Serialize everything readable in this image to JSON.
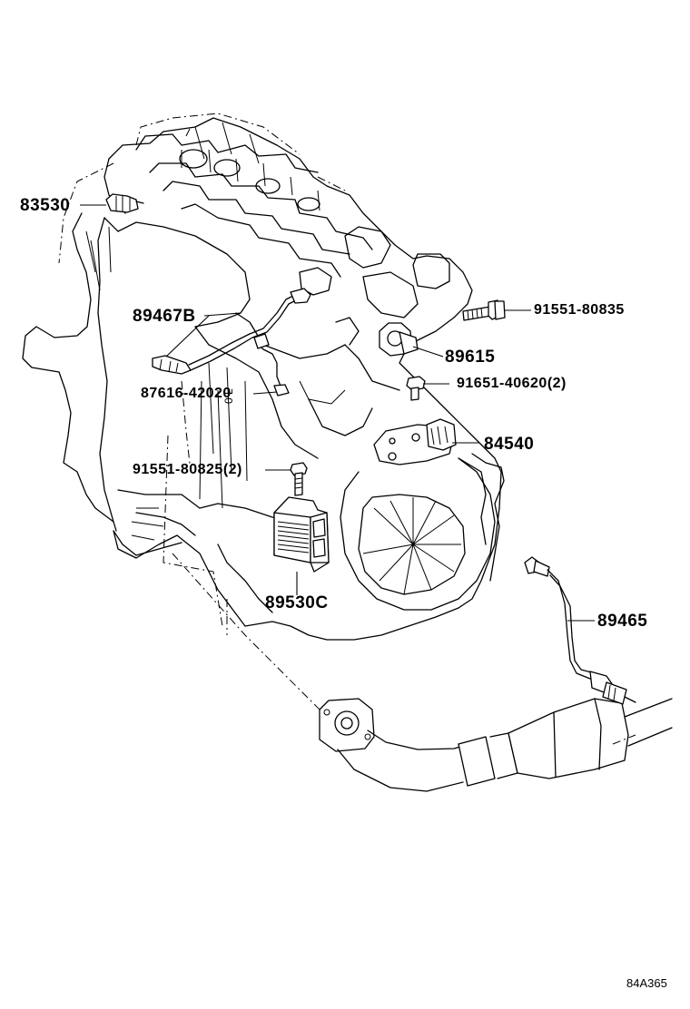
{
  "diagram_code": "84A365",
  "callouts": [
    {
      "id": "83530",
      "text": "83530"
    },
    {
      "id": "89467B",
      "text": "89467B"
    },
    {
      "id": "87616-42020",
      "text": "87616-42020"
    },
    {
      "id": "91551-80835",
      "text": "91551-80835"
    },
    {
      "id": "89615",
      "text": "89615"
    },
    {
      "id": "91651-40620",
      "text": "91651-40620(2)"
    },
    {
      "id": "84540",
      "text": "84540"
    },
    {
      "id": "91551-80825",
      "text": "91551-80825(2)"
    },
    {
      "id": "89530C",
      "text": "89530C"
    },
    {
      "id": "89465",
      "text": "89465"
    }
  ],
  "component_labels": {
    "vertical_text": "0 L"
  }
}
